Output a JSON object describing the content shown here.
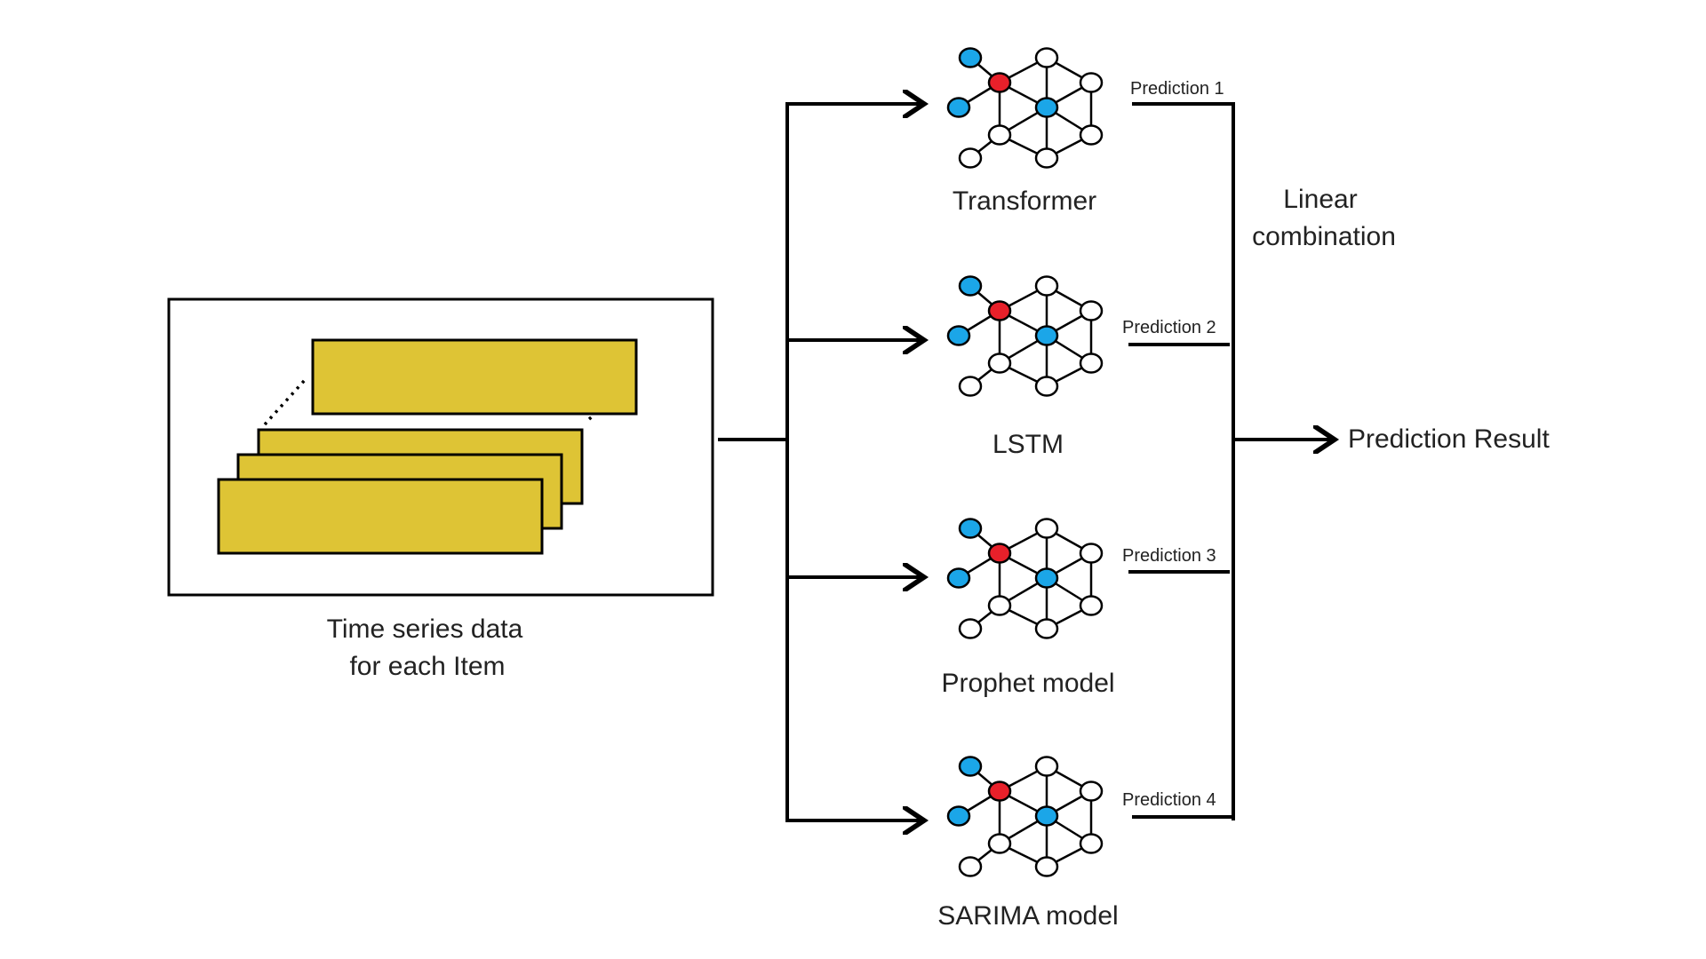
{
  "input": {
    "caption_line1": "Time series data",
    "caption_line2": "for each Item"
  },
  "models": [
    {
      "label": "Transformer",
      "prediction": "Prediction 1"
    },
    {
      "label": "LSTM",
      "prediction": "Prediction 2"
    },
    {
      "label": "Prophet model",
      "prediction": "Prediction 3"
    },
    {
      "label": "SARIMA model",
      "prediction": "Prediction 4"
    }
  ],
  "combination": {
    "line1": "Linear",
    "line2": "combination"
  },
  "output": {
    "label": "Prediction Result"
  },
  "colors": {
    "data_block": "#DEC435",
    "node_red": "#E8202A",
    "node_blue": "#1BA6E8",
    "node_white": "#FFFFFF",
    "stroke": "#000000"
  }
}
